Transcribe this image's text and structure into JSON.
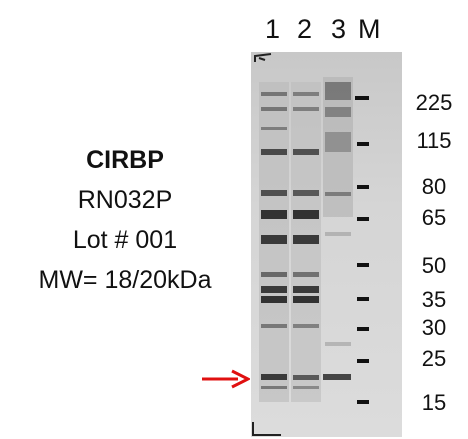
{
  "info": {
    "title": "CIRBP",
    "catalog": "RN032P",
    "lot": "Lot # 001",
    "mw": "MW= 18/20kDa"
  },
  "lanes": [
    "1",
    "2",
    "3",
    "M"
  ],
  "markers": [
    "225",
    "115",
    "80",
    "65",
    "50",
    "35",
    "30",
    "25",
    "15"
  ],
  "colors": {
    "arrow": "#e01010",
    "gel_background": "#d0d0d0",
    "band": "#1a1a1a"
  }
}
